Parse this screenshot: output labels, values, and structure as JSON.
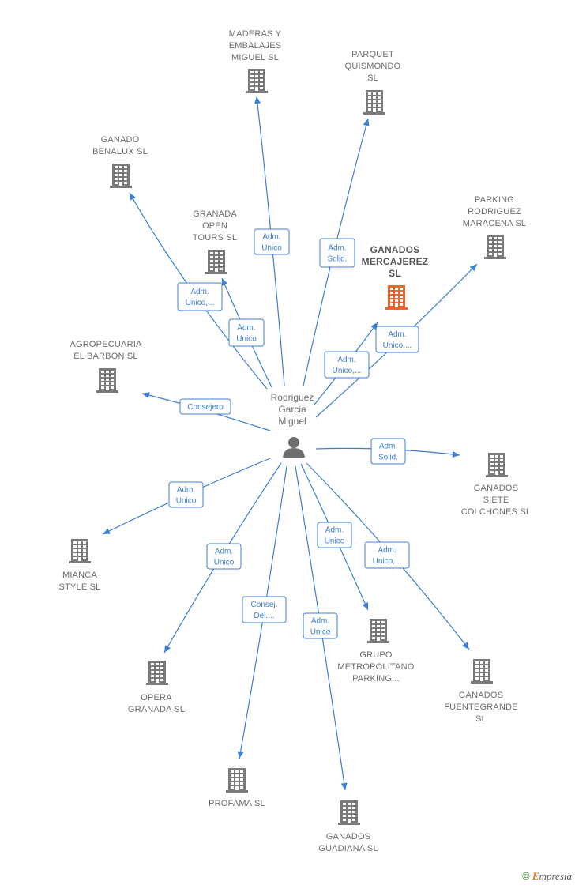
{
  "colors": {
    "edge": "#3b7fd4",
    "building": "#7a7a7a",
    "highlight": "#f0642a",
    "person": "#6e6e6e"
  },
  "person": {
    "lines": [
      "Rodriguez",
      "Garcia",
      "Miguel"
    ],
    "icon": "person-icon"
  },
  "companies": [
    {
      "id": "maderas",
      "lines": [
        "MADERAS Y",
        "EMBALAJES",
        "MIGUEL  SL"
      ]
    },
    {
      "id": "parquet",
      "lines": [
        "PARQUET",
        "QUISMONDO",
        "SL"
      ]
    },
    {
      "id": "benalux",
      "lines": [
        "GANADO",
        "BENALUX  SL"
      ]
    },
    {
      "id": "granada-open",
      "lines": [
        "GRANADA",
        "OPEN",
        "TOURS SL"
      ]
    },
    {
      "id": "parking-rodriguez",
      "lines": [
        "PARKING",
        "RODRIGUEZ",
        "MARACENA SL"
      ]
    },
    {
      "id": "mercajerez",
      "lines": [
        "GANADOS",
        "MERCAJEREZ",
        "SL"
      ],
      "highlight": true
    },
    {
      "id": "agropecuaria",
      "lines": [
        "AGROPECUARIA",
        "EL BARBON SL"
      ]
    },
    {
      "id": "siete-colchones",
      "lines": [
        "GANADOS",
        "SIETE",
        "COLCHONES SL"
      ]
    },
    {
      "id": "mianca",
      "lines": [
        "MIANCA",
        "STYLE  SL"
      ]
    },
    {
      "id": "opera",
      "lines": [
        "OPERA",
        "GRANADA SL"
      ]
    },
    {
      "id": "grupo-metropolitano",
      "lines": [
        "GRUPO",
        "METROPOLITANO",
        "PARKING..."
      ]
    },
    {
      "id": "fuentegrande",
      "lines": [
        "GANADOS",
        "FUENTEGRANDE",
        "SL"
      ]
    },
    {
      "id": "profama",
      "lines": [
        "PROFAMA SL"
      ]
    },
    {
      "id": "guadiana",
      "lines": [
        "GANADOS",
        "GUADIANA  SL"
      ]
    }
  ],
  "roles": [
    {
      "target": "maderas",
      "lines": [
        "Adm.",
        "Unico"
      ]
    },
    {
      "target": "parquet",
      "lines": [
        "Adm.",
        "Solid."
      ]
    },
    {
      "target": "benalux",
      "lines": [
        "Adm.",
        "Unico,..."
      ]
    },
    {
      "target": "granada-open",
      "lines": [
        "Adm.",
        "Unico"
      ]
    },
    {
      "target": "parking-rodriguez",
      "lines": [
        "Adm.",
        "Unico,..."
      ]
    },
    {
      "target": "mercajerez",
      "lines": [
        "Adm.",
        "Unico,..."
      ]
    },
    {
      "target": "agropecuaria",
      "lines": [
        "Consejero"
      ]
    },
    {
      "target": "siete-colchones",
      "lines": [
        "Adm.",
        "Solid."
      ]
    },
    {
      "target": "mianca",
      "lines": [
        "Adm.",
        "Unico"
      ]
    },
    {
      "target": "opera",
      "lines": [
        "Adm.",
        "Unico"
      ]
    },
    {
      "target": "grupo-metropolitano",
      "lines": [
        "Adm.",
        "Unico"
      ]
    },
    {
      "target": "fuentegrande",
      "lines": [
        "Adm.",
        "Unico,..."
      ]
    },
    {
      "target": "profama",
      "lines": [
        "Consej.",
        "Del...."
      ]
    },
    {
      "target": "guadiana",
      "lines": [
        "Adm.",
        "Unico"
      ]
    }
  ],
  "watermark": {
    "symbol": "©",
    "initial": "E",
    "rest": "mpresia"
  }
}
